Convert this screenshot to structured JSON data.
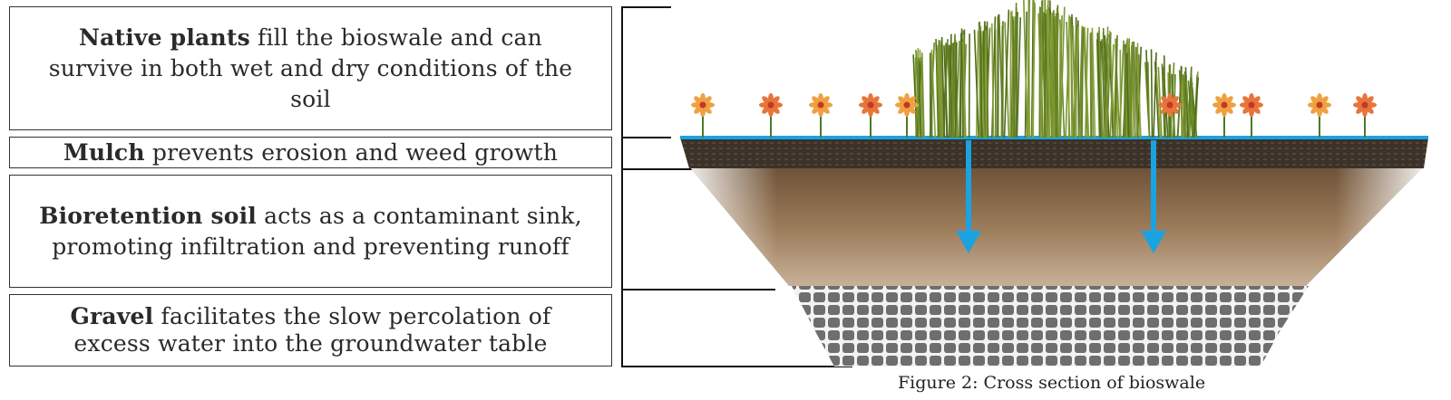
{
  "labels": [
    {
      "id": "native-plants",
      "bold": "Native plants",
      "text": " fill the bioswale and can survive in both wet and dry conditions of the soil"
    },
    {
      "id": "mulch",
      "bold": "Mulch",
      "text": " prevents erosion and weed growth"
    },
    {
      "id": "bioretention-soil",
      "bold": "Bioretention soil",
      "text": " acts as a contaminant sink, promoting infiltration and preventing runoff"
    },
    {
      "id": "gravel",
      "bold": "Gravel",
      "text": " facilitates the slow percolation of excess water into the groundwater table"
    }
  ],
  "caption": "Figure 2: Cross section of bioswale",
  "colors": {
    "water_arrow": "#1aa3e0",
    "mulch": "#3a3128",
    "soil": "#8a6a4a",
    "gravel": "#6b6b6b",
    "grass": "#6d8a2a",
    "flower": "#e8743a"
  }
}
